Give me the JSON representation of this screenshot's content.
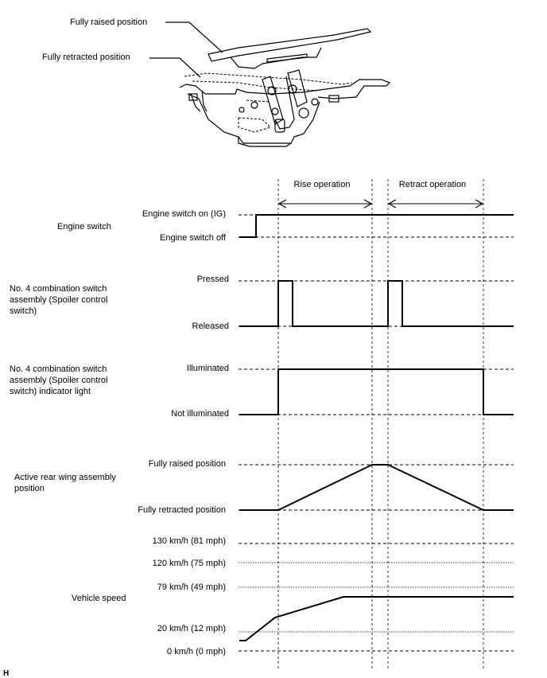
{
  "illustration": {
    "raised_label": "Fully raised position",
    "retracted_label": "Fully retracted position"
  },
  "phases": {
    "rise": "Rise operation",
    "retract": "Retract operation"
  },
  "engine_switch": {
    "title": "Engine switch",
    "high": "Engine switch on (IG)",
    "low": "Engine switch off"
  },
  "control_switch": {
    "title_lines": [
      "No. 4 combination switch",
      "assembly (Spoiler control",
      "switch)"
    ],
    "high": "Pressed",
    "low": "Released"
  },
  "indicator_light": {
    "title_lines": [
      "No. 4 combination switch",
      "assembly (Spoiler control",
      "switch) indicator light"
    ],
    "high": "Illuminated",
    "low": "Not illuminated"
  },
  "wing_position": {
    "title_lines": [
      "Active rear wing assembly",
      "position"
    ],
    "high": "Fully raised position",
    "low": "Fully retracted position"
  },
  "vehicle_speed": {
    "title": "Vehicle speed",
    "levels": [
      "130 km/h (81 mph)",
      "120 km/h (75 mph)",
      "79 km/h (49 mph)",
      "20 km/h (12 mph)",
      "0 km/h (0 mph)"
    ]
  },
  "footer_mark": "H"
}
